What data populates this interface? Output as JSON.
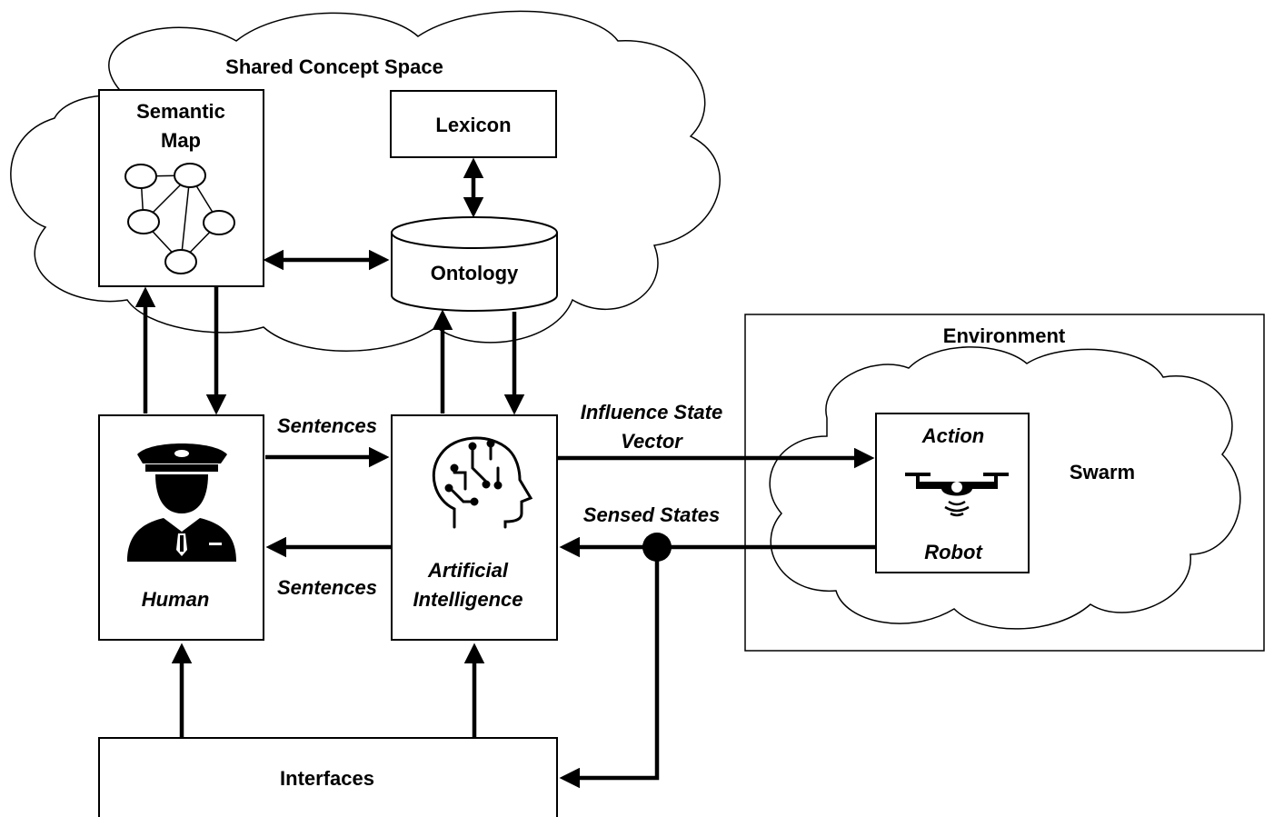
{
  "shared_space": {
    "title": "Shared Concept Space"
  },
  "semantic_map": {
    "line1": "Semantic",
    "line2": "Map"
  },
  "lexicon": {
    "label": "Lexicon"
  },
  "ontology": {
    "label": "Ontology"
  },
  "human": {
    "label": "Human"
  },
  "ai": {
    "line1": "Artificial",
    "line2": "Intelligence"
  },
  "interfaces": {
    "label": "Interfaces"
  },
  "arrows": {
    "sentences_to_ai": "Sentences",
    "sentences_to_human": "Sentences",
    "influence_line1": "Influence State",
    "influence_line2": "Vector",
    "sensed_states": "Sensed States"
  },
  "environment": {
    "title": "Environment",
    "swarm": "Swarm"
  },
  "robot": {
    "action": "Action",
    "label": "Robot"
  },
  "icons": [
    "graph-icon",
    "pilot-icon",
    "ai-head-icon",
    "drone-icon"
  ]
}
